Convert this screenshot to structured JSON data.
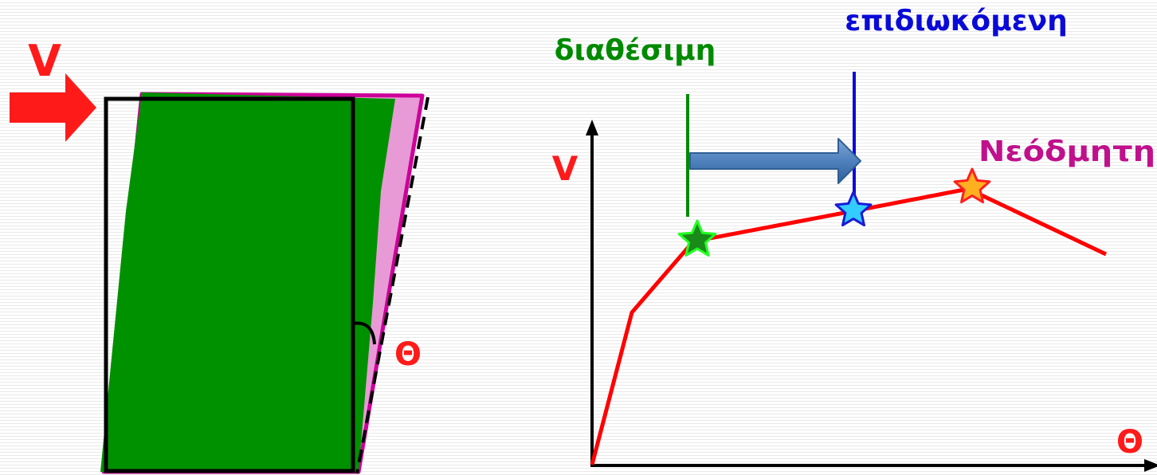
{
  "left_figure": {
    "force_label": "V",
    "angle_label": "Θ",
    "colors": {
      "force_arrow": "#ff1a1a",
      "available": "#009100",
      "new_building": "#cc0099",
      "new_building_fill": "#e89ad6",
      "outline": "#000000"
    }
  },
  "right_figure": {
    "y_axis_label": "V",
    "x_axis_label": "Θ",
    "available_label": "διαθέσιμη",
    "target_label": "επιδιωκόμενη",
    "new_building_label": "Νεόδμητη",
    "curve_color": "#ff0000",
    "available_color": "#008a00",
    "target_color": "#0a0ad8",
    "new_building_color": "#c0108c",
    "arrow_color": "#4f81bd",
    "star_colors": {
      "available": "#1a8a1a",
      "target": "#33ccff",
      "new_building": "#ffb020"
    }
  }
}
